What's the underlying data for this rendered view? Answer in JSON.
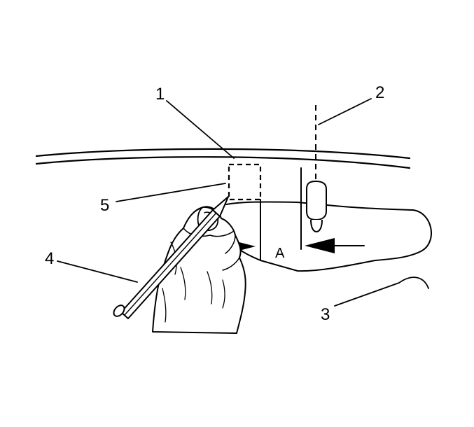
{
  "callouts": {
    "c1": "1",
    "c2": "2",
    "c3": "3",
    "c4": "4",
    "c5": "5"
  },
  "dimension_label": "A",
  "colors": {
    "ink": "#000000",
    "background": "#ffffff"
  }
}
